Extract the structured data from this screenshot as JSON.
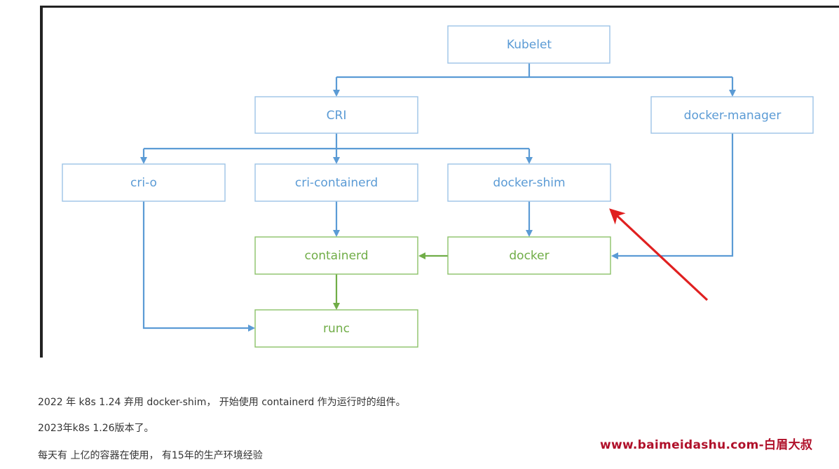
{
  "diagram": {
    "nodes": {
      "kubelet": "Kubelet",
      "cri": "CRI",
      "docker_manager": "docker-manager",
      "cri_o": "cri-o",
      "cri_containerd": "cri-containerd",
      "docker_shim": "docker-shim",
      "containerd": "containerd",
      "docker": "docker",
      "runc": "runc"
    },
    "colors": {
      "blue_stroke": "#9dc3e6",
      "blue_line": "#5b9bd5",
      "blue_text": "#5b9bd5",
      "green_stroke": "#8cc168",
      "green_line": "#70ad47",
      "green_text": "#70ad47",
      "annotation_arrow": "#e02020",
      "frame": "#222222"
    }
  },
  "captions": [
    "2022 年 k8s 1.24 弃用 docker-shim，  开始使用 containerd 作为运行时的组件。",
    "2023年k8s 1.26版本了。",
    "每天有 上亿的容器在使用， 有15年的生产环境经验"
  ],
  "watermark": "www.baimeidashu.com-白眉大叔"
}
